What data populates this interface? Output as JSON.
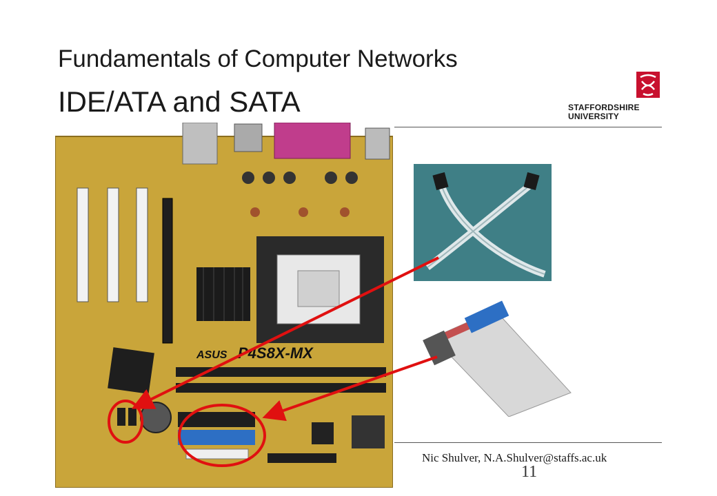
{
  "slide": {
    "title": "Fundamentals of Computer Networks",
    "subtitle": "IDE/ATA and SATA",
    "footer": "Nic Shulver,  N.A.Shulver@staffs.ac.uk",
    "page_number": "11"
  },
  "logo": {
    "line1": "STAFFORDSHIRE",
    "line2": "UNIVERSITY",
    "color": "#c8102e"
  },
  "board": {
    "brand": "ASUS",
    "model": "P4S8X-MX"
  },
  "colors": {
    "annotation": "#e01010",
    "board": "#c9a53a",
    "ide_connector": "#2d6fc4",
    "sata_background": "#3f7f86",
    "ribbon": "#d8d8d8"
  }
}
